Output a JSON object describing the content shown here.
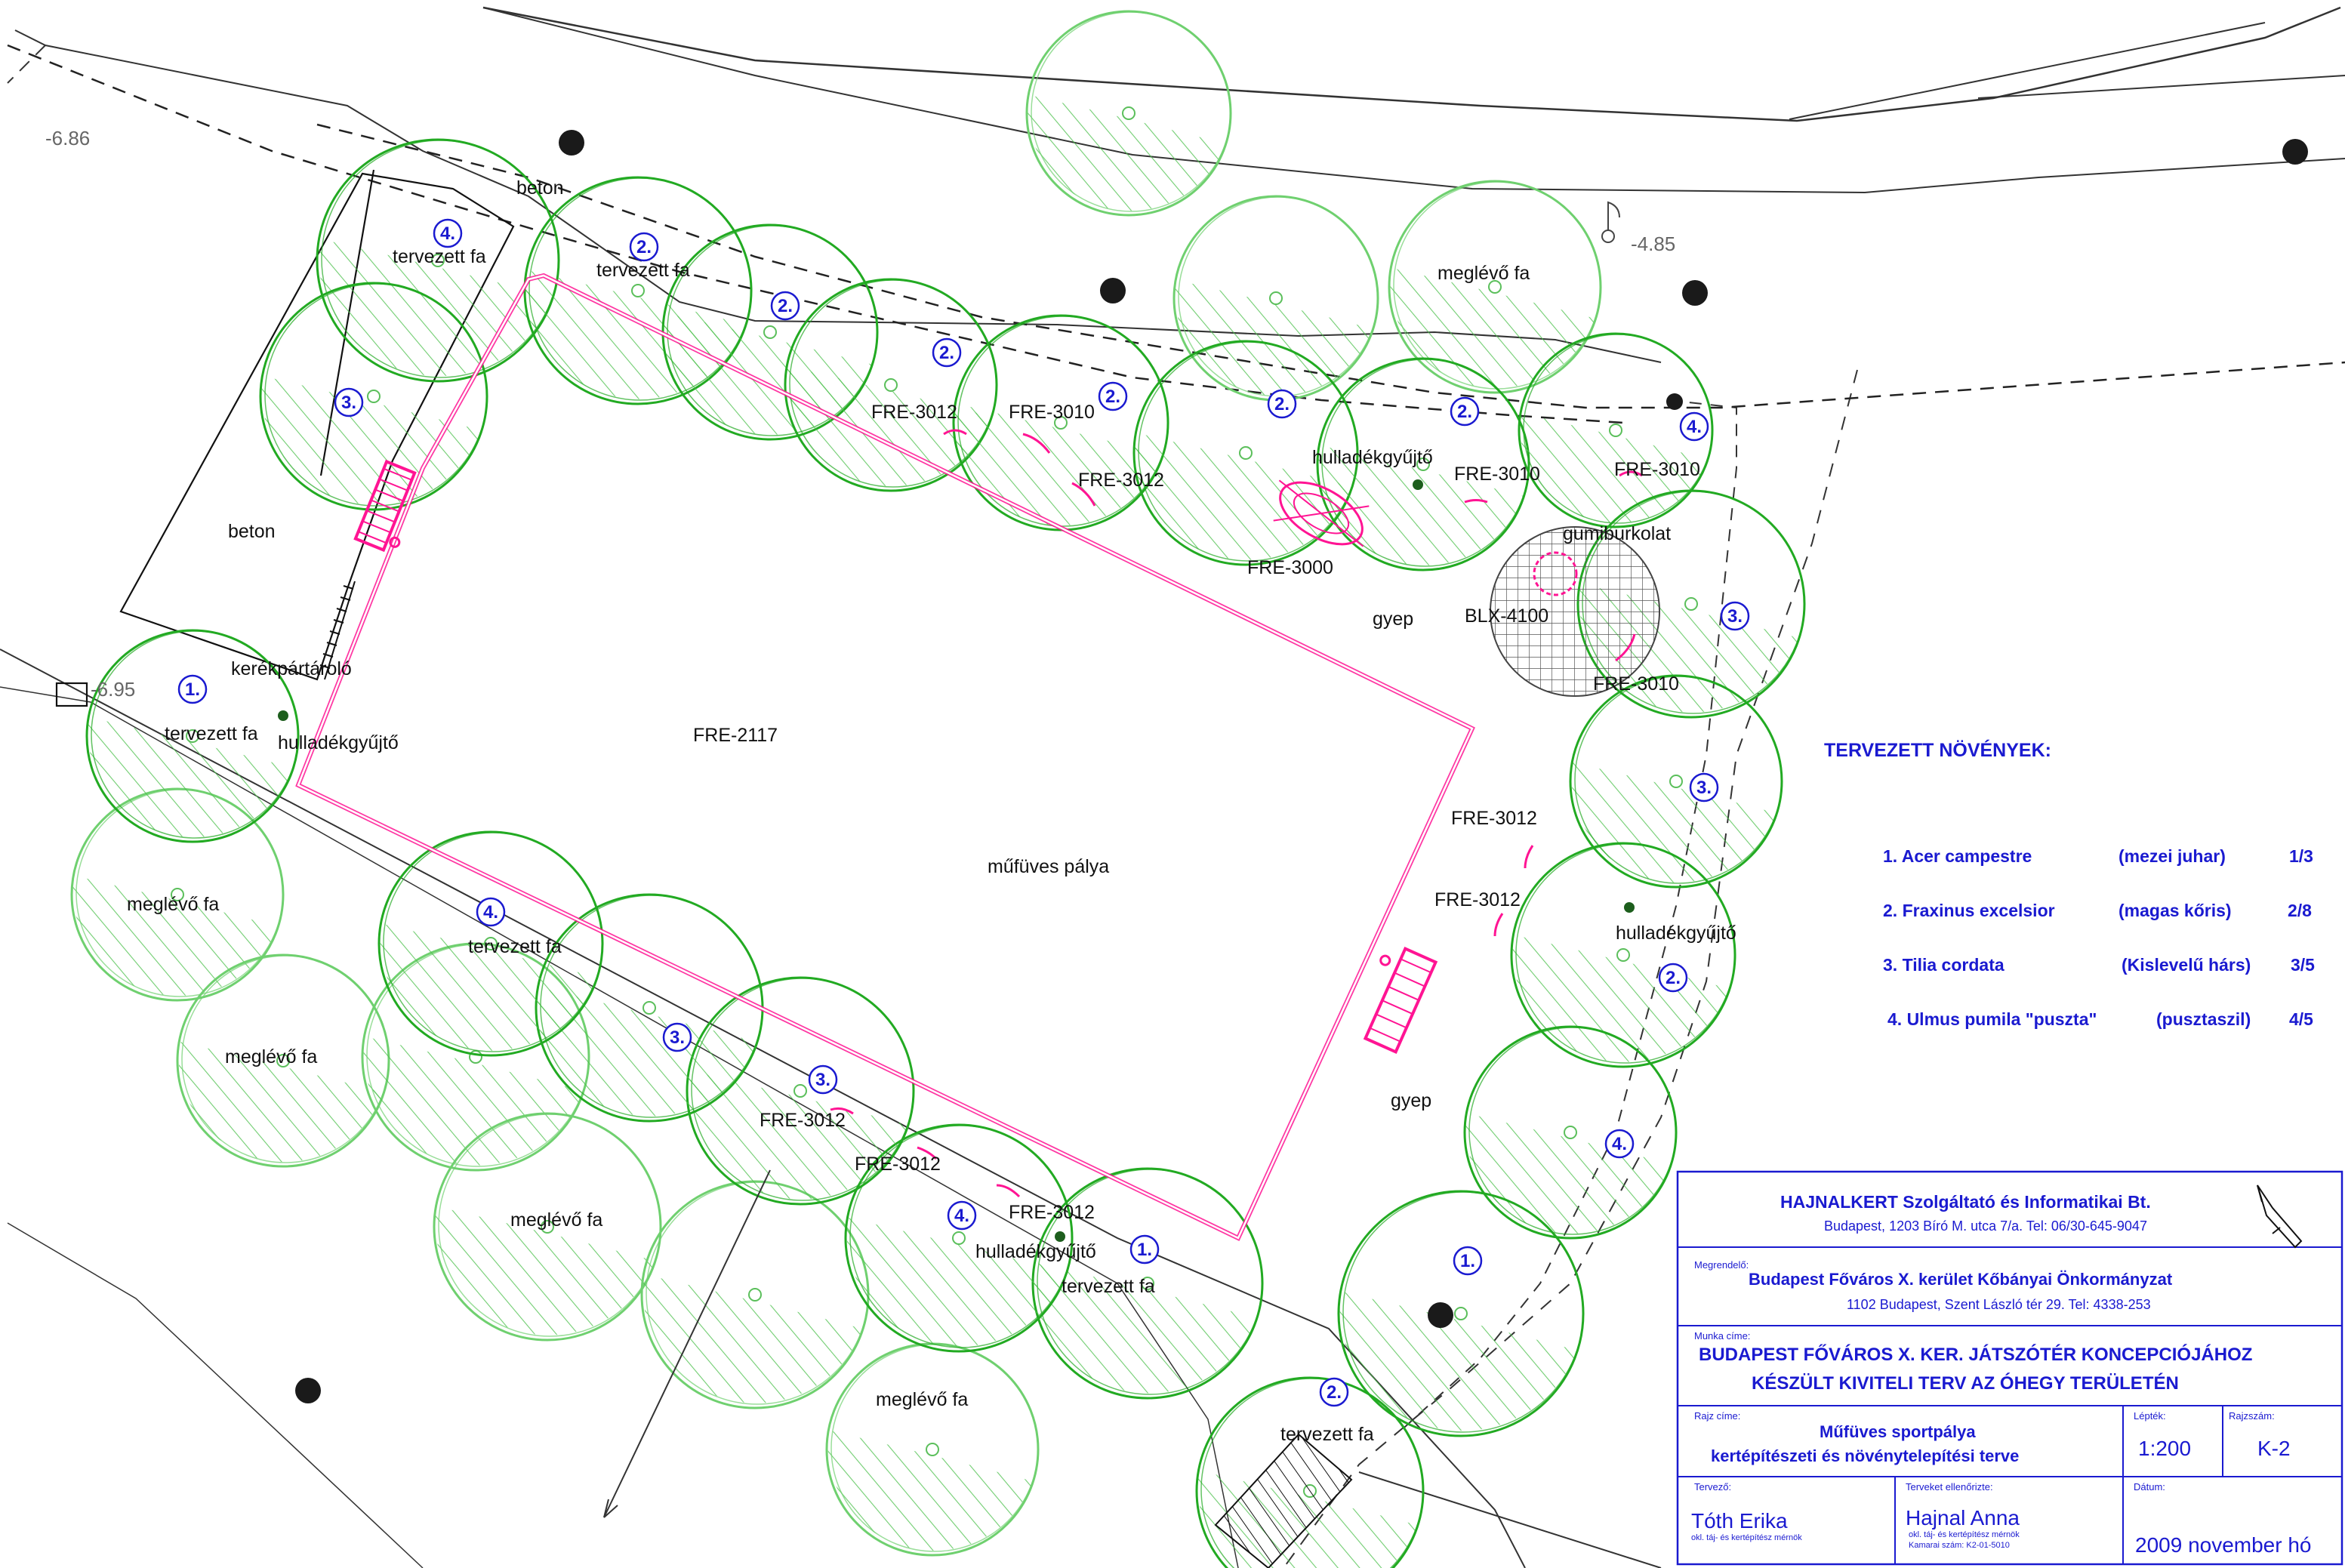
{
  "colors": {
    "tree_green": "#22aa22",
    "existing_tree_green": "#6fd06f",
    "hatch_green": "#4cc04c",
    "fence_magenta": "#ff1493",
    "text_blue": "#1a1ad0",
    "line_dark": "#333333"
  },
  "elevations": {
    "e1": "-6.86",
    "e2": "-4.85",
    "e3": "-6.95"
  },
  "labels": {
    "beton_top": "beton",
    "beton_left": "beton",
    "kerekpartarolo": "kerékpártároló",
    "field_code": "FRE-2117",
    "field_name": "műfüves pálya",
    "gyep_1": "gyep",
    "gyep_2": "gyep",
    "gumiburkolat": "gumiburkolat",
    "blx": "BLX-4100",
    "fre3000": "FRE-3000",
    "hulladek_1": "hulladékgyűjtő",
    "hulladek_2": "hulladékgyűjtő",
    "hulladek_3": "hulladékgyűjtő",
    "hulladek_4": "hulladékgyűjtő",
    "f1": "FRE-3012",
    "f2": "FRE-3010",
    "f3": "FRE-3012",
    "f4": "FRE-3010",
    "f5": "FRE-3010",
    "f6": "FRE-3010",
    "f7": "FRE-3012",
    "f8": "FRE-3012",
    "f9": "FRE-3012",
    "f10": "FRE-3012",
    "f11": "FRE-3012",
    "tz1": "tervezett fa",
    "tz2": "tervezett fa",
    "tz3": "tervezett fa",
    "tz4": "tervezett fa",
    "tz5": "tervezett fa",
    "tz6": "tervezett fa",
    "m1": "meglévő fa",
    "m2": "meglévő fa",
    "m3": "meglévő fa",
    "m4": "meglévő fa",
    "m5": "meglévő fa"
  },
  "tree_numbers": [
    "4.",
    "2.",
    "2.",
    "3.",
    "2.",
    "2.",
    "2.",
    "2.",
    "4.",
    "3.",
    "3.",
    "2.",
    "4.",
    "1.",
    "2.",
    "4.",
    "1.",
    "3.",
    "3.",
    "4.",
    "1."
  ],
  "legend": {
    "title": "TERVEZETT NÖVÉNYEK:",
    "items": [
      {
        "name": "1. Acer campestre",
        "common": "(mezei juhar)",
        "count": "1/3"
      },
      {
        "name": "2. Fraxinus excelsior",
        "common": "(magas kőris)",
        "count": "2/8"
      },
      {
        "name": "3. Tilia cordata",
        "common": "(Kislevelű hárs)",
        "count": "3/5"
      },
      {
        "name": "4. Ulmus pumila \"puszta\"",
        "common": "(pusztaszil)",
        "count": "4/5"
      }
    ]
  },
  "title_block": {
    "firm": "HAJNALKERT Szolgáltató és Informatikai Bt.",
    "firm_address": "Budapest, 1203 Bíró M. utca 7/a. Tel: 06/30-645-9047",
    "client_caption": "Megrendelő:",
    "client": "Budapest Főváros  X. kerület Kőbányai Önkormányzat",
    "client_address": "1102 Budapest,  Szent László  tér 29.  Tel: 4338-253",
    "work_caption": "Munka címe:",
    "work_line1": "BUDAPEST FŐVÁROS X. KER. JÁTSZÓTÉR KONCEPCIÓJÁHOZ",
    "work_line2": "KÉSZÜLT KIVITELI TERV AZ ÓHEGY TERÜLETÉN",
    "drawing_caption": "Rajz címe:",
    "drawing_line1": "Műfüves sportpálya",
    "drawing_line2": "kertépítészeti és növénytelepítési terve",
    "scale_caption": "Lépték:",
    "scale": "1:200",
    "number_caption": "Rajzszám:",
    "number": "K-2",
    "designer_caption": "Tervező:",
    "designer": "Tóth Erika",
    "designer_title": "okl. táj- és kertépítész mérnök",
    "checker_caption": "Terveket ellenőrizte:",
    "checker": "Hajnal Anna",
    "checker_title": "okl. táj- és kertépítész mérnök",
    "checker_chamber": "Kamarai  szám:  K2-01-5010",
    "date_caption": "Dátum:",
    "date": "2009  november hó"
  }
}
